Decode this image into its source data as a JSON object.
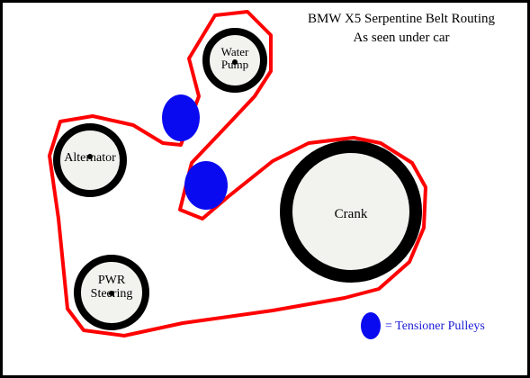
{
  "title": "BMW X5 Serpentine Belt Routing",
  "subtitle": "As seen under car",
  "pulleys": {
    "water_pump": "Water\nPump",
    "alternator": "Alternator",
    "crank": "Crank",
    "power_steering": "PWR\nSteering"
  },
  "legend": {
    "label": "= Tensioner Pulleys"
  },
  "colors": {
    "belt": "#ff0000",
    "tensioner": "#0a0af0",
    "pulley_ring": "#000000",
    "pulley_face": "#f2f2ee",
    "legend_text": "#1a1ad6"
  }
}
